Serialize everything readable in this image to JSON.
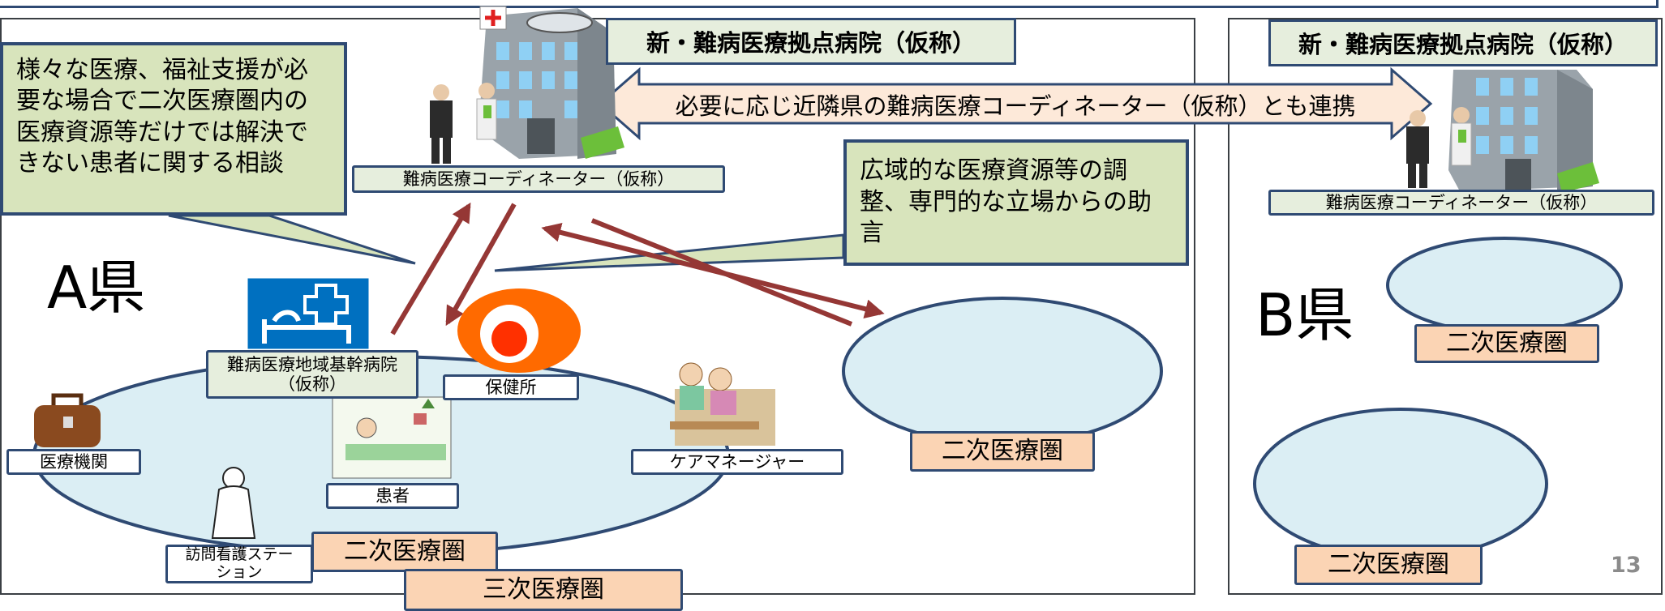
{
  "hospital_title_a": "新・難病医療拠点病院（仮称）",
  "hospital_title_b": "新・難病医療拠点病院（仮称）",
  "coordinator_a": "難病医療コーディネーター（仮称）",
  "coordinator_b": "難病医療コーディネーター（仮称）",
  "link_arrow_text": "必要に応じ近隣県の難病医療コーディネーター（仮称）とも連携",
  "callout_left": "様々な医療、福祉支援が必要な場合で二次医療圏内の医療資源等だけでは解決できない患者に関する相談",
  "callout_right": "広域的な医療資源等の調整、専門的な立場からの助言",
  "pref_a": "A県",
  "pref_b": "B県",
  "core_hospital": "難病医療地域基幹病院（仮称）",
  "health_center": "保健所",
  "medical_institution": "医療機関",
  "patient": "患者",
  "care_manager": "ケアマネージャー",
  "nursing_station": "訪問看護ステーション",
  "secondary_area": "二次医療圏",
  "tertiary_area": "三次医療圏",
  "page_number": "13",
  "colors": {
    "border": "#2f4a73",
    "arrow": "#953735",
    "ellipse_fill": "#dbeef4",
    "callout_fill": "#d8e4bc",
    "peach": "#fbd4b4",
    "sign_blue": "#0070c0",
    "logo_orange": "#ff6a00"
  }
}
